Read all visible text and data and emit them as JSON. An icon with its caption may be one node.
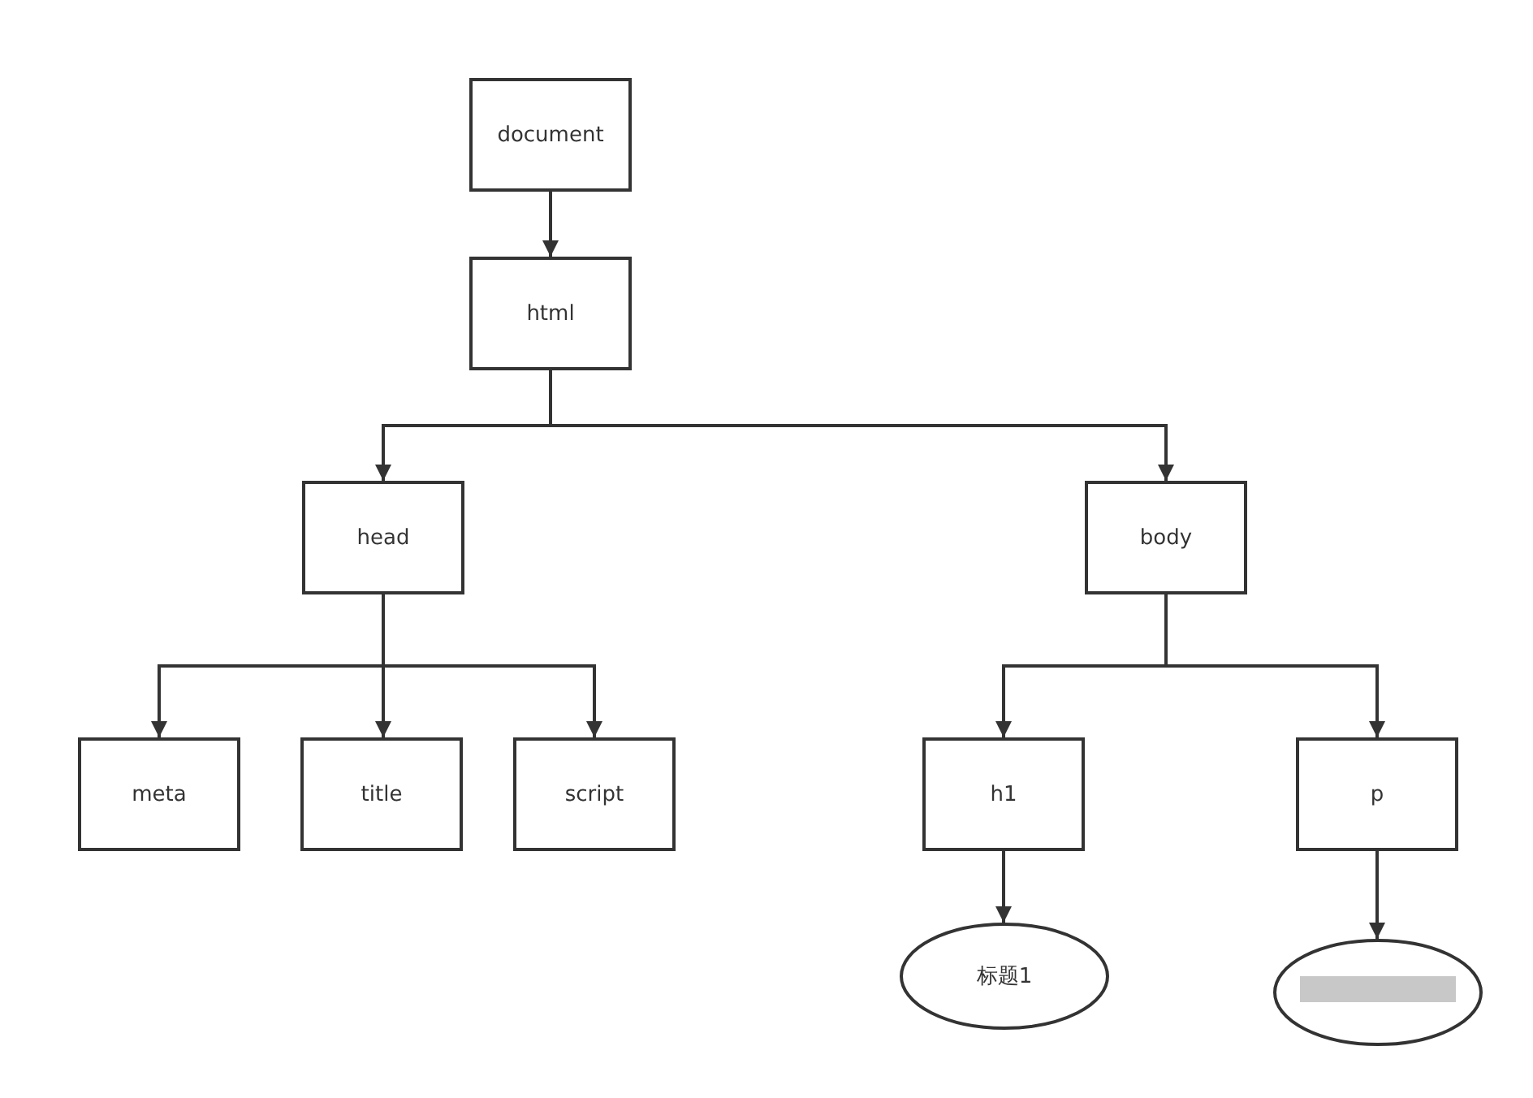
{
  "diagram": {
    "nodes": [
      {
        "text": [
          "document"
        ]
      },
      {
        "text": [
          "html"
        ]
      },
      {
        "text": [
          "head"
        ]
      },
      {
        "text": [
          "body"
        ]
      },
      {
        "text": [
          "meta"
        ]
      },
      {
        "text": [
          "title"
        ]
      },
      {
        "text": [
          "script"
        ]
      },
      {
        "text": [
          "h1"
        ]
      },
      {
        "text": [
          "p"
        ]
      },
      {
        "text": [
          "标题1"
        ]
      },
      {
        "text": [],
        "shape": "ellipse"
      }
    ],
    "edges": [
      {
        "from": 0,
        "to": 1,
        "arrow": "to"
      },
      {
        "from": 1,
        "to": 2,
        "arrow": "to"
      },
      {
        "from": 1,
        "to": 3,
        "arrow": "to"
      },
      {
        "from": 2,
        "to": 4,
        "arrow": "to"
      },
      {
        "from": 2,
        "to": 5,
        "arrow": "to"
      },
      {
        "from": 2,
        "to": 6,
        "arrow": "to"
      },
      {
        "from": 3,
        "to": 7,
        "arrow": "to"
      },
      {
        "from": 3,
        "to": 8,
        "arrow": "to"
      },
      {
        "from": 7,
        "to": 9,
        "arrow": "to"
      },
      {
        "from": 8,
        "to": 10,
        "arrow": "to"
      }
    ]
  }
}
